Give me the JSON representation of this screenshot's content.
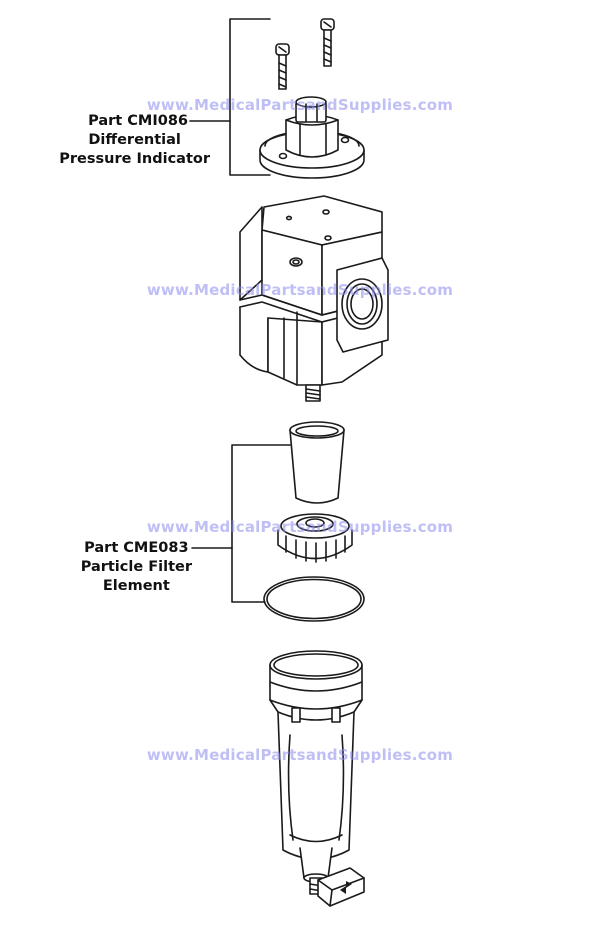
{
  "callouts": {
    "indicator": {
      "line1": "Part CMI086",
      "line2": "Differential",
      "line3": "Pressure Indicator"
    },
    "filter": {
      "line1": "Part CME083",
      "line2": "Particle Filter",
      "line3": "Element"
    }
  },
  "watermark": {
    "text": "www.MedicalPartsandSupplies.com",
    "color": "#8c8cf0"
  },
  "colors": {
    "line": "#1a1a1a",
    "background": "#ffffff"
  }
}
